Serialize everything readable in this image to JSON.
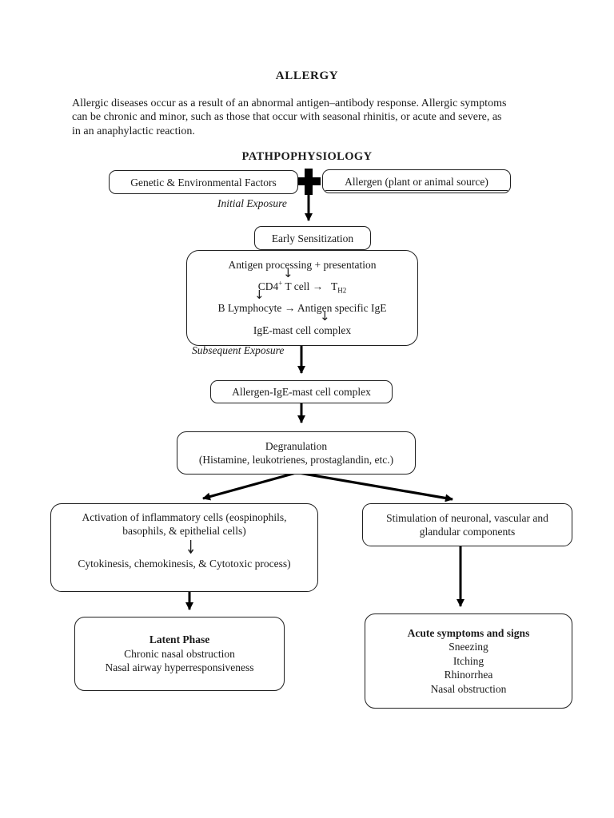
{
  "page": {
    "title": "ALLERGY",
    "intro_lines": [
      "Allergic diseases occur as a result of an abnormal antigen–antibody response. Allergic symptoms",
      "can be chronic and minor, such as those that occur with seasonal rhinitis, or acute and severe, as",
      "in an anaphylactic reaction."
    ],
    "section_heading": "PATHPOPHYSIOLOGY"
  },
  "flowchart": {
    "genetic_box": "Genetic & Environmental Factors",
    "allergen_box": "Allergen (plant or animal source)",
    "initial_exposure_label": "Initial Exposure",
    "early_sensitization_box": "Early Sensitization",
    "pathway_box": {
      "line1": "Antigen processing + presentation",
      "line2_p1": "CD4",
      "line2_sup": "+",
      "line2_p2": " T cell →   T",
      "line2_sub": "H2",
      "line3": "B Lymphocyte → Antigen specific IgE",
      "line4": "IgE-mast cell complex"
    },
    "subsequent_exposure_label": "Subsequent Exposure",
    "complex_box": "Allergen-IgE-mast cell complex",
    "degranulation_box": {
      "line1": "Degranulation",
      "line2": "(Histamine, leukotrienes, prostaglandin, etc.)"
    },
    "activation_box": {
      "line1": "Activation of inflammatory cells (eospinophils,",
      "line2": "basophils, & epithelial cells)",
      "line3": "Cytokinesis, chemokinesis, & Cytotoxic process)"
    },
    "stimulation_box": {
      "line1": "Stimulation of neuronal, vascular and",
      "line2": "glandular components"
    },
    "latent_box": {
      "title": "Latent Phase",
      "items": [
        "Chronic nasal obstruction",
        "Nasal airway hyperresponsiveness"
      ]
    },
    "acute_box": {
      "title": "Acute symptoms and signs",
      "items": [
        "Sneezing",
        "Itching",
        "Rhinorrhea",
        "Nasal obstruction"
      ]
    },
    "icons": {
      "down_arrow": "↓"
    },
    "colors": {
      "ink": "#1a1a1a",
      "background": "#ffffff"
    }
  }
}
